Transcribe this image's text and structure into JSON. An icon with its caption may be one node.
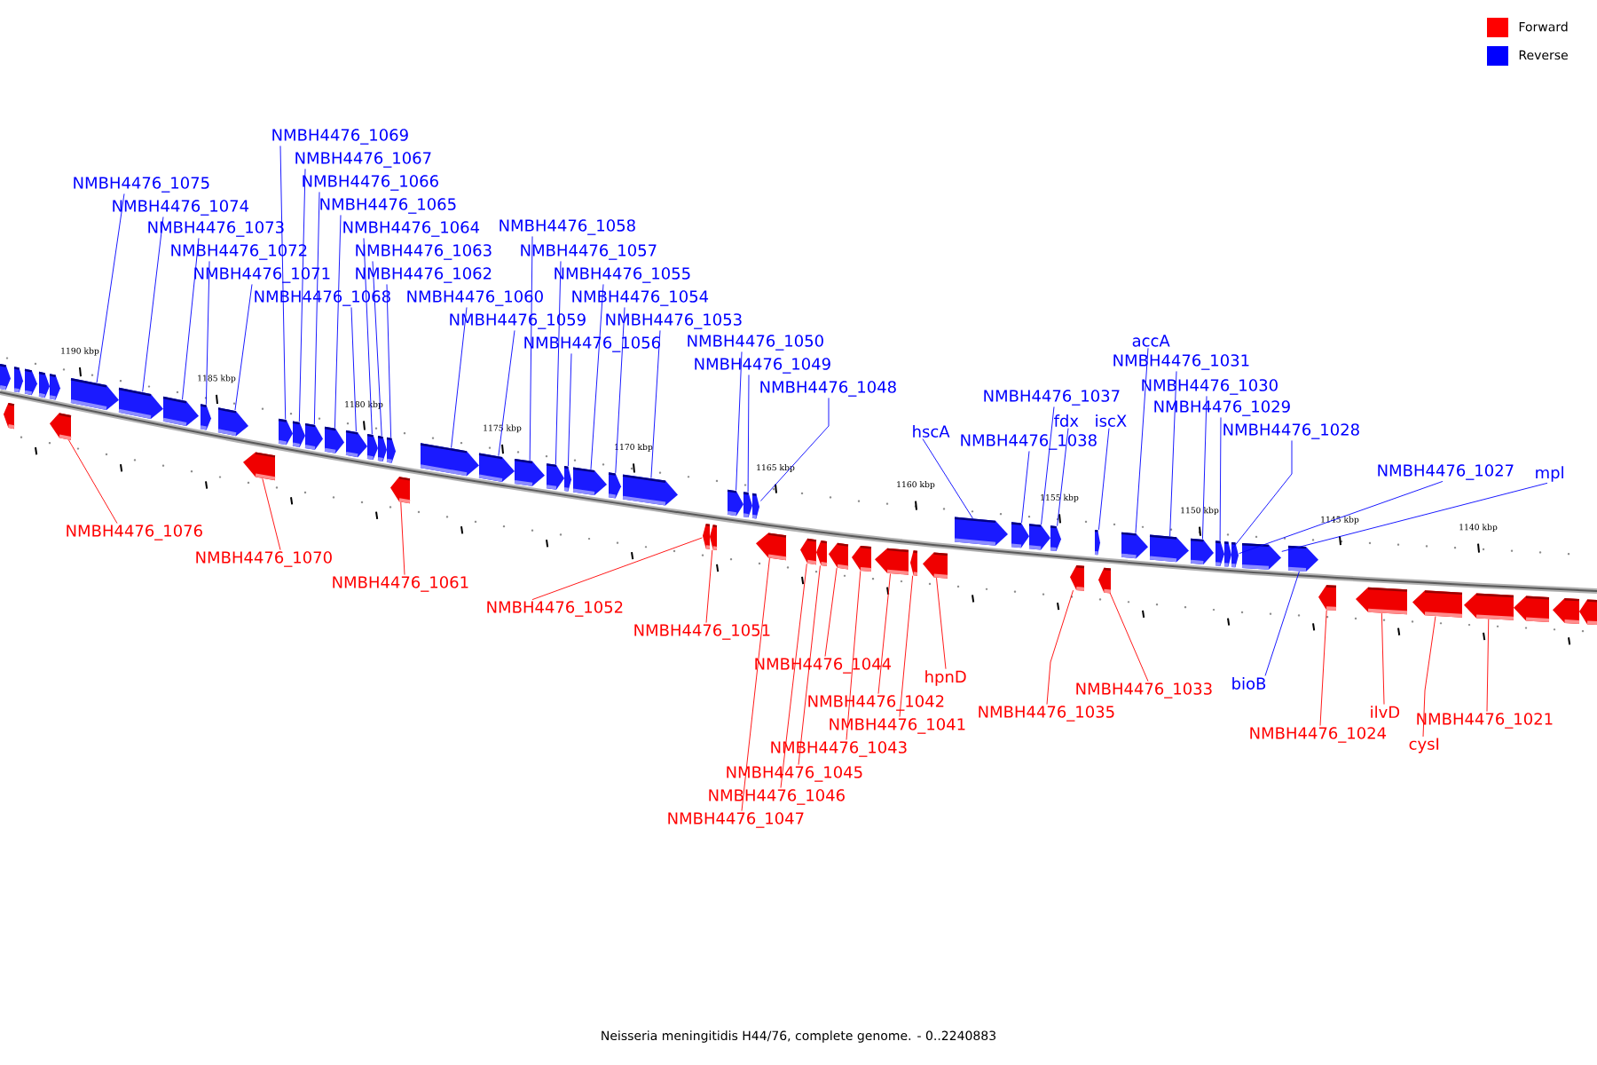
{
  "diagram": {
    "caption": "Neisseria meningitidis H44/76, complete genome. - 0..2240883",
    "nodes": [
      {
        "text": [
          "NMBH4476_1069"
        ]
      },
      {
        "text": [
          "NMBH4476_1067"
        ]
      },
      {
        "text": [
          "NMBH4476_1066"
        ]
      },
      {
        "text": [
          "NMBH4476_1065"
        ]
      },
      {
        "text": [
          "NMBH4476_1064"
        ]
      },
      {
        "text": [
          "NMBH4476_1063"
        ]
      },
      {
        "text": [
          "NMBH4476_1062"
        ]
      },
      {
        "text": [
          "NMBH4476_1068"
        ]
      },
      {
        "text": [
          "NMBH4476_1060"
        ]
      },
      {
        "text": [
          "NMBH4476_1075"
        ]
      },
      {
        "text": [
          "NMBH4476_1074"
        ]
      },
      {
        "text": [
          "NMBH4476_1073"
        ]
      },
      {
        "text": [
          "NMBH4476_1072"
        ]
      },
      {
        "text": [
          "NMBH4476_1071"
        ]
      },
      {
        "text": [
          "NMBH4476_1058"
        ]
      },
      {
        "text": [
          "NMBH4476_1057"
        ]
      },
      {
        "text": [
          "NMBH4476_1055"
        ]
      },
      {
        "text": [
          "NMBH4476_1054"
        ]
      },
      {
        "text": [
          "NMBH4476_1053"
        ]
      },
      {
        "text": [
          "NMBH4476_1059"
        ]
      },
      {
        "text": [
          "NMBH4476_1056"
        ]
      },
      {
        "text": [
          "NMBH4476_1050"
        ]
      },
      {
        "text": [
          "NMBH4476_1049"
        ]
      },
      {
        "text": [
          "NMBH4476_1048"
        ]
      },
      {
        "text": [
          "hscA"
        ]
      },
      {
        "text": [
          "NMBH4476_1037"
        ]
      },
      {
        "text": [
          "NMBH4476_1038"
        ]
      },
      {
        "text": [
          "fdx"
        ]
      },
      {
        "text": [
          "iscX"
        ]
      },
      {
        "text": [
          "accA"
        ]
      },
      {
        "text": [
          "NMBH4476_1031"
        ]
      },
      {
        "text": [
          "NMBH4476_1030"
        ]
      },
      {
        "text": [
          "NMBH4476_1029"
        ]
      },
      {
        "text": [
          "NMBH4476_1028"
        ]
      },
      {
        "text": [
          "NMBH4476_1027"
        ]
      },
      {
        "text": [
          "mpl"
        ]
      },
      {
        "text": [
          "NMBH4476_1076"
        ]
      },
      {
        "text": [
          "NMBH4476_1070"
        ]
      },
      {
        "text": [
          "NMBH4476_1061"
        ]
      },
      {
        "text": [
          "NMBH4476_1052"
        ]
      },
      {
        "text": [
          "NMBH4476_1051"
        ]
      },
      {
        "text": [
          "NMBH4476_1044"
        ]
      },
      {
        "text": [
          "hpnD"
        ]
      },
      {
        "text": [
          "NMBH4476_1042"
        ]
      },
      {
        "text": [
          "NMBH4476_1041"
        ]
      },
      {
        "text": [
          "NMBH4476_1043"
        ]
      },
      {
        "text": [
          "NMBH4476_1045"
        ]
      },
      {
        "text": [
          "NMBH4476_1046"
        ]
      },
      {
        "text": [
          "NMBH4476_1047"
        ]
      },
      {
        "text": [
          "NMBH4476_1035"
        ]
      },
      {
        "text": [
          "NMBH4476_1033"
        ]
      },
      {
        "text": [
          "bioB"
        ]
      },
      {
        "text": [
          "NMBH4476_1024"
        ]
      },
      {
        "text": [
          "ilvD"
        ]
      },
      {
        "text": [
          "NMBH4476_1021"
        ]
      },
      {
        "text": [
          "cysI"
        ]
      },
      {
        "text": [],
        "shape": "arrow"
      },
      {
        "text": [],
        "shape": "arrow"
      },
      {
        "text": [],
        "shape": "arrow"
      },
      {
        "text": [],
        "shape": "arrow"
      },
      {
        "text": [],
        "shape": "arrow"
      },
      {
        "text": [],
        "shape": "arrow"
      },
      {
        "text": [],
        "shape": "arrow"
      },
      {
        "text": [],
        "shape": "arrow"
      },
      {
        "text": [],
        "shape": "arrow"
      },
      {
        "text": [],
        "shape": "arrow"
      },
      {
        "text": [],
        "shape": "arrow"
      },
      {
        "text": [],
        "shape": "arrow"
      },
      {
        "text": [],
        "shape": "arrow"
      },
      {
        "text": [],
        "shape": "arrow"
      },
      {
        "text": [],
        "shape": "arrow"
      },
      {
        "text": [],
        "shape": "arrow"
      },
      {
        "text": [],
        "shape": "arrow"
      },
      {
        "text": [],
        "shape": "arrow"
      },
      {
        "text": [],
        "shape": "arrow"
      },
      {
        "text": [],
        "shape": "arrow"
      },
      {
        "text": [],
        "shape": "arrow"
      },
      {
        "text": [],
        "shape": "arrow"
      },
      {
        "text": [],
        "shape": "arrow"
      },
      {
        "text": [],
        "shape": "arrow"
      },
      {
        "text": [],
        "shape": "arrow"
      },
      {
        "text": [],
        "shape": "arrow"
      },
      {
        "text": [],
        "shape": "arrow"
      },
      {
        "text": [],
        "shape": "arrow"
      },
      {
        "text": [],
        "shape": "arrow"
      },
      {
        "text": [],
        "shape": "arrow"
      },
      {
        "text": [],
        "shape": "arrow"
      },
      {
        "text": [],
        "shape": "arrow"
      },
      {
        "text": [],
        "shape": "arrow"
      },
      {
        "text": [],
        "shape": "arrow"
      },
      {
        "text": [],
        "shape": "arrow"
      },
      {
        "text": [],
        "shape": "arrow"
      },
      {
        "text": [],
        "shape": "arrow"
      },
      {
        "text": [],
        "shape": "arrow"
      },
      {
        "text": [],
        "shape": "arrow"
      },
      {
        "text": [],
        "shape": "arrow"
      },
      {
        "text": [],
        "shape": "arrow"
      },
      {
        "text": [],
        "shape": "arrow"
      },
      {
        "text": [],
        "shape": "arrow"
      },
      {
        "text": [],
        "shape": "arrow"
      },
      {
        "text": [],
        "shape": "arrow"
      },
      {
        "text": [],
        "shape": "arrow"
      },
      {
        "text": [],
        "shape": "arrow"
      },
      {
        "text": [],
        "shape": "arrow"
      },
      {
        "text": [],
        "shape": "arrow"
      },
      {
        "text": [],
        "shape": "arrow"
      },
      {
        "text": [],
        "shape": "arrow"
      },
      {
        "text": [],
        "shape": "arrow"
      },
      {
        "text": [],
        "shape": "arrow"
      },
      {
        "text": [],
        "shape": "arrow"
      },
      {
        "text": [],
        "shape": "arrow"
      },
      {
        "text": [],
        "shape": "arrow"
      },
      {
        "text": [],
        "shape": "arrow"
      },
      {
        "text": [],
        "shape": "arrow"
      },
      {
        "text": [],
        "shape": "arrow"
      },
      {
        "text": [],
        "shape": "arrow"
      },
      {
        "text": [],
        "shape": "arrow"
      },
      {
        "text": [],
        "shape": "arrow"
      },
      {
        "text": [],
        "shape": "arrow"
      },
      {
        "text": [],
        "shape": "arrow"
      },
      {
        "text": [],
        "shape": "arrow"
      }
    ],
    "edges": [
      {
        "from": 0,
        "to": 63,
        "arrow": "none"
      },
      {
        "from": 1,
        "to": 64,
        "arrow": "none"
      },
      {
        "from": 2,
        "to": 65,
        "arrow": "none"
      },
      {
        "from": 3,
        "to": 66,
        "arrow": "none"
      },
      {
        "from": 4,
        "to": 68,
        "arrow": "none"
      },
      {
        "from": 5,
        "to": 69,
        "arrow": "none"
      },
      {
        "from": 6,
        "to": 70,
        "arrow": "none"
      },
      {
        "from": 7,
        "to": 67,
        "arrow": "none"
      },
      {
        "from": 8,
        "to": 72,
        "arrow": "none"
      },
      {
        "from": 9,
        "to": 57,
        "arrow": "none"
      },
      {
        "from": 10,
        "to": 58,
        "arrow": "none"
      },
      {
        "from": 11,
        "to": 59,
        "arrow": "none"
      },
      {
        "from": 12,
        "to": 60,
        "arrow": "none"
      },
      {
        "from": 13,
        "to": 61,
        "arrow": "none"
      },
      {
        "from": 14,
        "to": 74,
        "arrow": "none"
      },
      {
        "from": 15,
        "to": 75,
        "arrow": "none"
      },
      {
        "from": 16,
        "to": 77,
        "arrow": "none"
      },
      {
        "from": 17,
        "to": 78,
        "arrow": "none"
      },
      {
        "from": 18,
        "to": 79,
        "arrow": "none"
      },
      {
        "from": 19,
        "to": 73,
        "arrow": "none"
      },
      {
        "from": 20,
        "to": 76,
        "arrow": "none"
      },
      {
        "from": 21,
        "to": 82,
        "arrow": "none"
      },
      {
        "from": 22,
        "to": 83,
        "arrow": "none"
      },
      {
        "from": 23,
        "to": 84,
        "arrow": "none"
      },
      {
        "from": 24,
        "to": 93,
        "arrow": "none"
      },
      {
        "from": 25,
        "to": 95,
        "arrow": "none"
      },
      {
        "from": 26,
        "to": 94,
        "arrow": "none"
      },
      {
        "from": 27,
        "to": 96,
        "arrow": "none"
      },
      {
        "from": 28,
        "to": 98,
        "arrow": "none"
      },
      {
        "from": 29,
        "to": 100,
        "arrow": "none"
      },
      {
        "from": 30,
        "to": 101,
        "arrow": "none"
      },
      {
        "from": 31,
        "to": 102,
        "arrow": "none"
      },
      {
        "from": 32,
        "to": 103,
        "arrow": "none"
      },
      {
        "from": 33,
        "to": 104,
        "arrow": "none"
      },
      {
        "from": 34,
        "to": 105,
        "arrow": "none"
      },
      {
        "from": 35,
        "to": 106,
        "arrow": "none"
      },
      {
        "from": 36,
        "to": 56,
        "arrow": "none",
        "color": "#ff0000"
      },
      {
        "from": 37,
        "to": 62,
        "arrow": "none",
        "color": "#ff0000"
      },
      {
        "from": 38,
        "to": 71,
        "arrow": "none",
        "color": "#ff0000"
      },
      {
        "from": 39,
        "to": 80,
        "arrow": "none",
        "color": "#ff0000"
      },
      {
        "from": 40,
        "to": 81,
        "arrow": "none",
        "color": "#ff0000"
      },
      {
        "from": 41,
        "to": 88,
        "arrow": "none",
        "color": "#ff0000"
      },
      {
        "from": 42,
        "to": 92,
        "arrow": "none",
        "color": "#ff0000"
      },
      {
        "from": 43,
        "to": 90,
        "arrow": "none",
        "color": "#ff0000"
      },
      {
        "from": 44,
        "to": 91,
        "arrow": "none",
        "color": "#ff0000"
      },
      {
        "from": 45,
        "to": 89,
        "arrow": "none",
        "color": "#ff0000"
      },
      {
        "from": 46,
        "to": 87,
        "arrow": "none",
        "color": "#ff0000"
      },
      {
        "from": 47,
        "to": 86,
        "arrow": "none",
        "color": "#ff0000"
      },
      {
        "from": 48,
        "to": 85,
        "arrow": "none",
        "color": "#ff0000"
      },
      {
        "from": 49,
        "to": 97,
        "arrow": "none",
        "color": "#ff0000"
      },
      {
        "from": 50,
        "to": 99,
        "arrow": "none",
        "color": "#ff0000"
      },
      {
        "from": 51,
        "to": 107,
        "arrow": "none"
      },
      {
        "from": 52,
        "to": 108,
        "arrow": "none",
        "color": "#ff0000"
      },
      {
        "from": 53,
        "to": 109,
        "arrow": "none",
        "color": "#ff0000"
      },
      {
        "from": 54,
        "to": 111,
        "arrow": "none",
        "color": "#ff0000"
      },
      {
        "from": 55,
        "to": 110,
        "arrow": "none",
        "color": "#ff0000"
      }
    ],
    "labels": [
      "1190 kbp",
      "1185 kbp",
      "1180 kbp",
      "1175 kbp",
      "1170 kbp",
      "1165 kbp",
      "1160 kbp",
      "1155 kbp",
      "1150 kbp",
      "1145 kbp",
      "1140 kbp"
    ],
    "legend": [
      {
        "text": "Forward",
        "color": "#ff0000"
      },
      {
        "text": "Reverse",
        "color": "#0000ff"
      }
    ]
  }
}
